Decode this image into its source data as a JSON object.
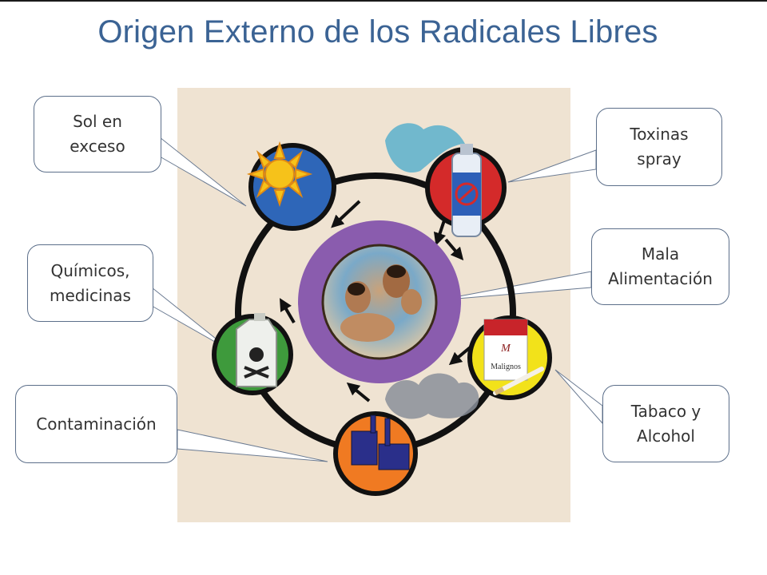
{
  "title": "Origen Externo de los Radicales Libres",
  "callouts": {
    "sol": "Sol en\nexceso",
    "quimicos": "Químicos,\nmedicinas",
    "contaminacion": "Contaminación",
    "toxinas": "Toxinas\nspray",
    "alimentacion": "Mala\nAlimentación",
    "tabaco": "Tabaco y\nAlcohol"
  },
  "icons": {
    "center": "family-photo-icon",
    "sol": "sun-icon",
    "toxinas": "spray-can-icon",
    "tabaco": "cigarette-pack-icon",
    "contaminacion": "factory-icon",
    "quimicos": "poison-bottle-icon"
  },
  "pack_label": "Malignos",
  "colors": {
    "title": "#3b6394",
    "center_ring": "#8a5cae",
    "sun_circle": "#2e66b8",
    "spray_circle": "#d42a2a",
    "tabaco_circle": "#f2e21a",
    "factory_circle": "#f07a22",
    "poison_circle": "#3e9a3c",
    "panel": "#efe3d2"
  }
}
